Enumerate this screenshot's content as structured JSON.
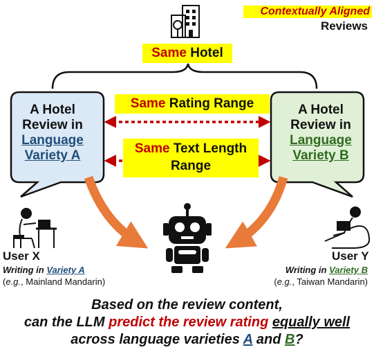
{
  "legend": {
    "title": "Contextually Aligned",
    "subtitle": "Reviews"
  },
  "same_hotel": {
    "same": "Same",
    "rest": " Hotel"
  },
  "left_review": {
    "line1": "A Hotel",
    "line2": "Review in",
    "line3": "Language",
    "line4_word": "Variety",
    "line4_letter": "A"
  },
  "right_review": {
    "line1": "A Hotel",
    "line2": "Review in",
    "line3": "Language",
    "line4_word": "Variety",
    "line4_letter": "B"
  },
  "rating_range": {
    "same": "Same",
    "rest": " Rating Range"
  },
  "length_range": {
    "same": "Same",
    "rest": " Text Length",
    "line2": "Range"
  },
  "user_x": {
    "name": "User X",
    "writing_prefix": "Writing in ",
    "variety_word": "Variety",
    "variety_letter": "A",
    "example_eg": "e.g.",
    "example_rest": ", Mainland Mandarin)",
    "example_open": "("
  },
  "user_y": {
    "name": "User Y",
    "writing_prefix": "Writing in ",
    "variety_word": "Variety",
    "variety_letter": "B",
    "example_eg": "e.g.",
    "example_rest": ", Taiwan Mandarin)",
    "example_open": "("
  },
  "question": {
    "line1": "Based on the review content,",
    "line2_a": "can the LLM ",
    "line2_red": "predict the review rating",
    "line2_space": " ",
    "line2_underline": "equally well",
    "line3_a": "across language varieties ",
    "letter_a": "A",
    "line3_and": " and ",
    "letter_b": "B",
    "line3_q": "?"
  },
  "colors": {
    "arrow_orange": "#e87a3a",
    "bubble_blue_fill": "#dbe8f6",
    "bubble_green_fill": "#dff0d6",
    "highlight_yellow": "#ffff00",
    "accent_red": "#c00000",
    "variety_a_blue": "#1f4e79",
    "variety_b_green": "#2f6b1f"
  },
  "icons": [
    "hotel-building-icon",
    "robot-icon",
    "user-at-desk-icon",
    "user-on-beanbag-icon"
  ]
}
